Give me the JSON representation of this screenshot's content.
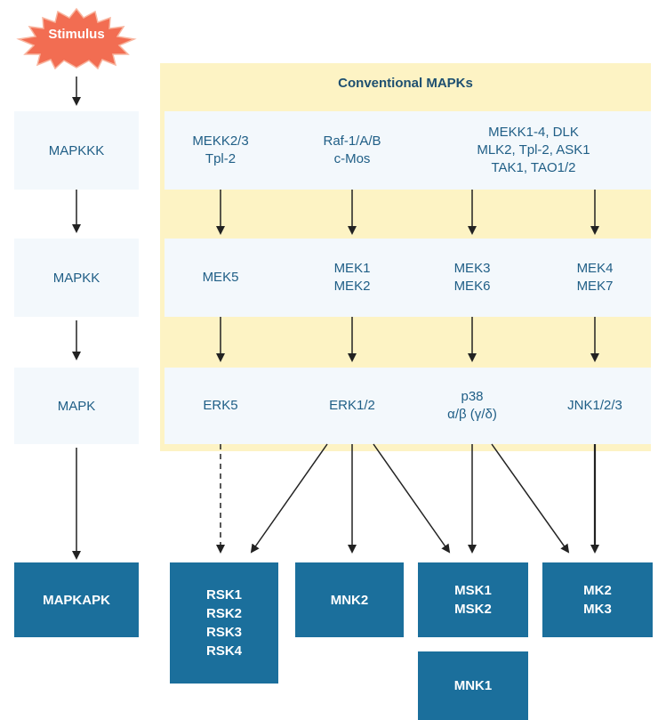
{
  "stimulus": "Stimulus",
  "levels": {
    "mapkkk": "MAPKKK",
    "mapkk": "MAPKK",
    "mapk": "MAPK",
    "mapkapk": "MAPKAPK"
  },
  "panel_title": "Conventional MAPKs",
  "mapkkk_row": [
    "MEKK2/3\nTpl-2",
    "Raf-1/A/B\nc-Mos",
    "MEKK1-4, DLK\nMLK2, Tpl-2, ASK1\nTAK1, TAO1/2"
  ],
  "mapkk_row": [
    "MEK5",
    "MEK1\nMEK2",
    "MEK3\nMEK6",
    "MEK4\nMEK7"
  ],
  "mapk_row": [
    "ERK5",
    "ERK1/2",
    "p38\nα/β (γ/δ)",
    "JNK1/2/3"
  ],
  "mapkapk_row": {
    "rsk": "RSK1\nRSK2\nRSK3\nRSK4",
    "mnk2": "MNK2",
    "msk": "MSK1\nMSK2",
    "mk": "MK2\nMK3",
    "mnk1": "MNK1"
  },
  "colors": {
    "panel": "#fdf3c4",
    "band": "#f3f8fc",
    "box": "#1b6f9c",
    "stimulus": "#f26d52"
  }
}
